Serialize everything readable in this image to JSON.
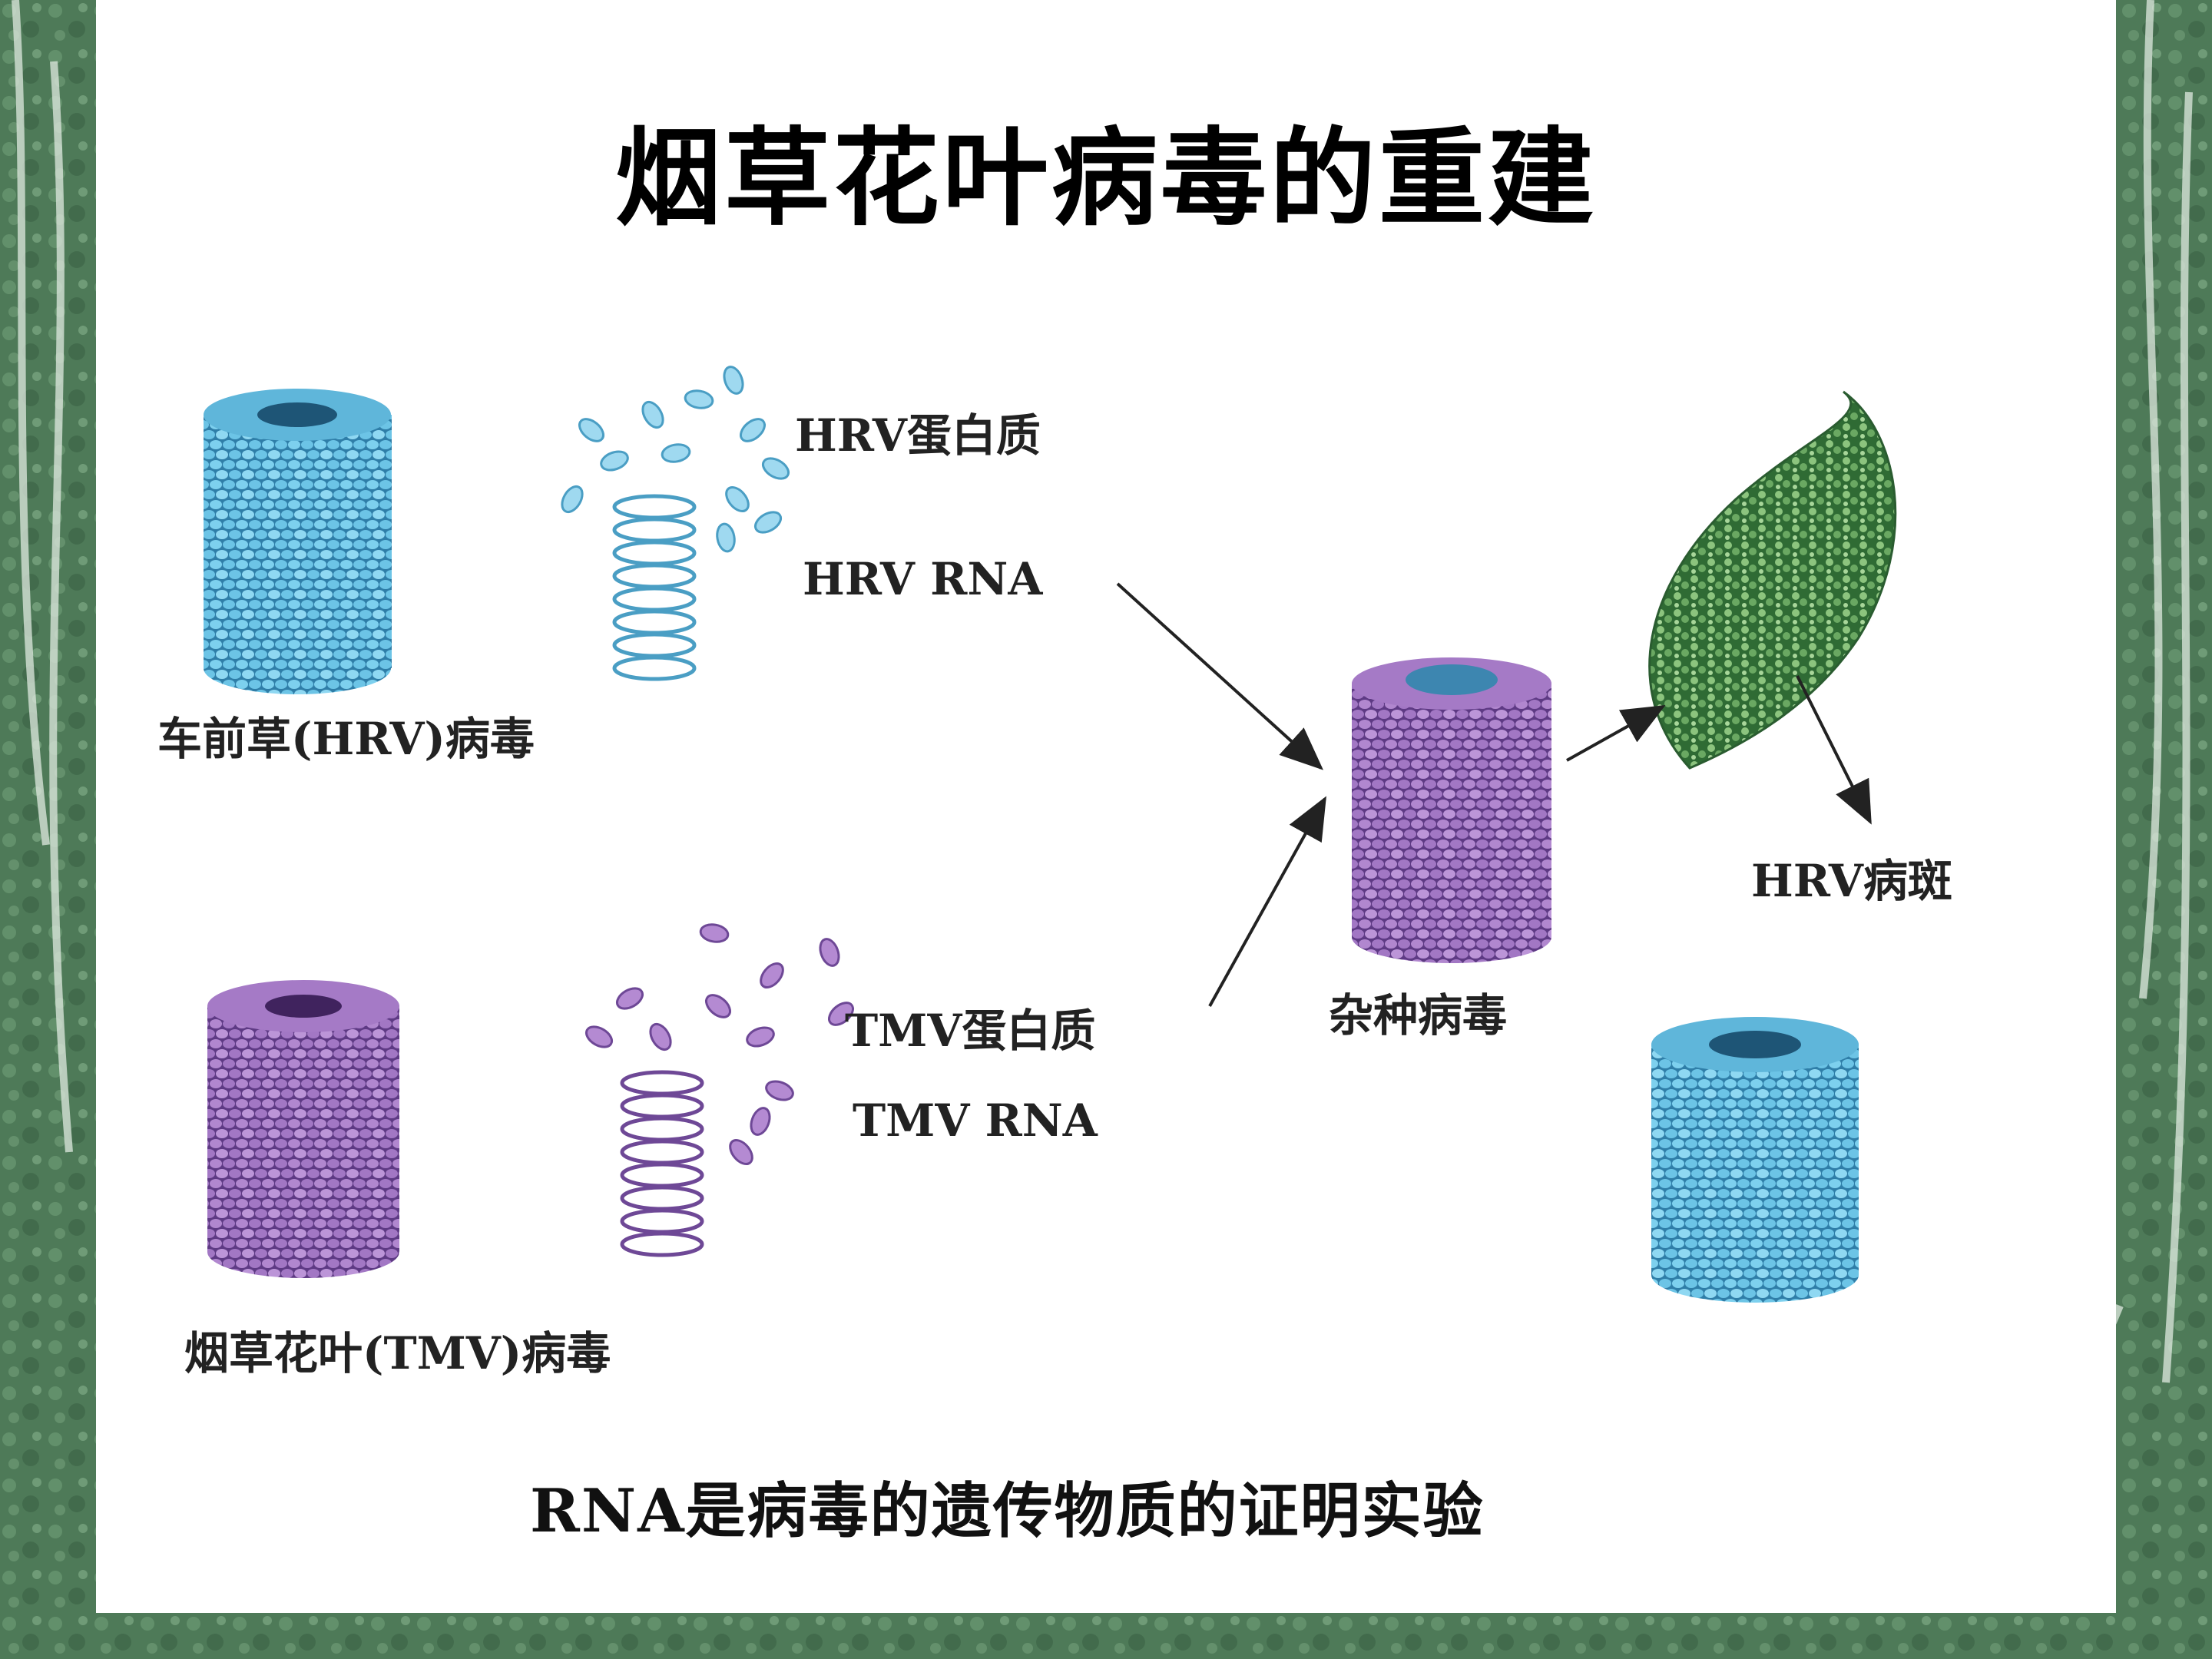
{
  "slide": {
    "title": "烟草花叶病毒的重建",
    "colors": {
      "background_green": "#4e7a58",
      "slide_white": "#ffffff",
      "hrv_blue": "#5ab3d6",
      "tmv_purple": "#9a5fb8",
      "leaf_green": "#4f9a4a"
    }
  },
  "diagram": {
    "labels": {
      "hrv_protein": "HRV蛋白质",
      "hrv_rna": "HRV RNA",
      "hrv_virus": "车前草(HRV)病毒",
      "tmv_protein": "TMV蛋白质",
      "tmv_rna": "TMV RNA",
      "tmv_virus": "烟草花叶(TMV)病毒",
      "hybrid_virus": "杂种病毒",
      "hrv_lesion": "HRV病斑"
    },
    "caption": "RNA是病毒的遗传物质的证明实验"
  }
}
